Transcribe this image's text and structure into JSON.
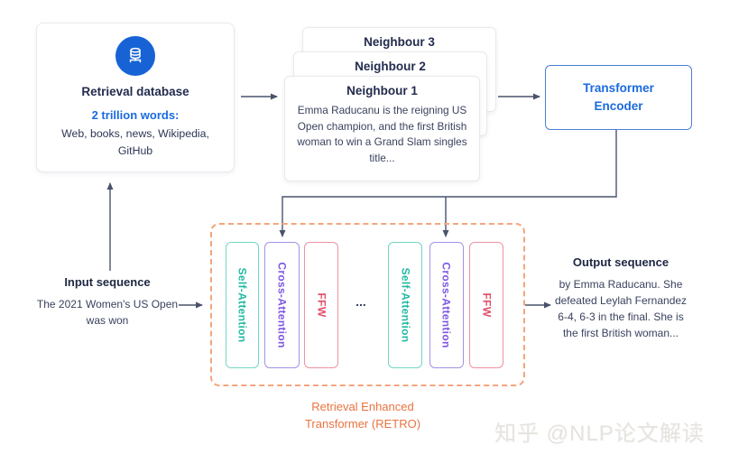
{
  "database": {
    "title": "Retrieval database",
    "stat": "2 trillion words:",
    "sources": "Web, books, news, Wikipedia, GitHub",
    "icon": "database-icon"
  },
  "neighbours": [
    {
      "title": "Neighbour 1",
      "body": "Emma Raducanu is the reigning US Open champion, and the first British woman to win a Grand Slam singles title..."
    },
    {
      "title": "Neighbour 2"
    },
    {
      "title": "Neighbour 3"
    }
  ],
  "encoder": {
    "label": "Transformer\nEncoder"
  },
  "input_sequence": {
    "title": "Input sequence",
    "text": "The 2021 Women's US Open was won"
  },
  "output_sequence": {
    "title": "Output sequence",
    "text": "by Emma Raducanu. She defeated Leylah Fernandez 6-4, 6-3 in the final. She is the first British woman..."
  },
  "retro": {
    "layers": [
      "Self-Attention",
      "Cross-Attention",
      "FFW"
    ],
    "ellipsis": "...",
    "caption": "Retrieval Enhanced Transformer (RETRO)"
  },
  "watermark": "知乎 @NLP论文解读",
  "colors": {
    "accent_blue": "#1a6ade",
    "icon_circle_blue": "#1763d6",
    "self_attention_teal": "#21b9a0",
    "cross_attention_purple": "#7e57e2",
    "ffw_red": "#e2506a",
    "retro_dashed_orange": "#f4a57c",
    "caption_orange": "#ea7340",
    "text_navy": "#232c4e",
    "arrow_gray": "#49536b"
  }
}
